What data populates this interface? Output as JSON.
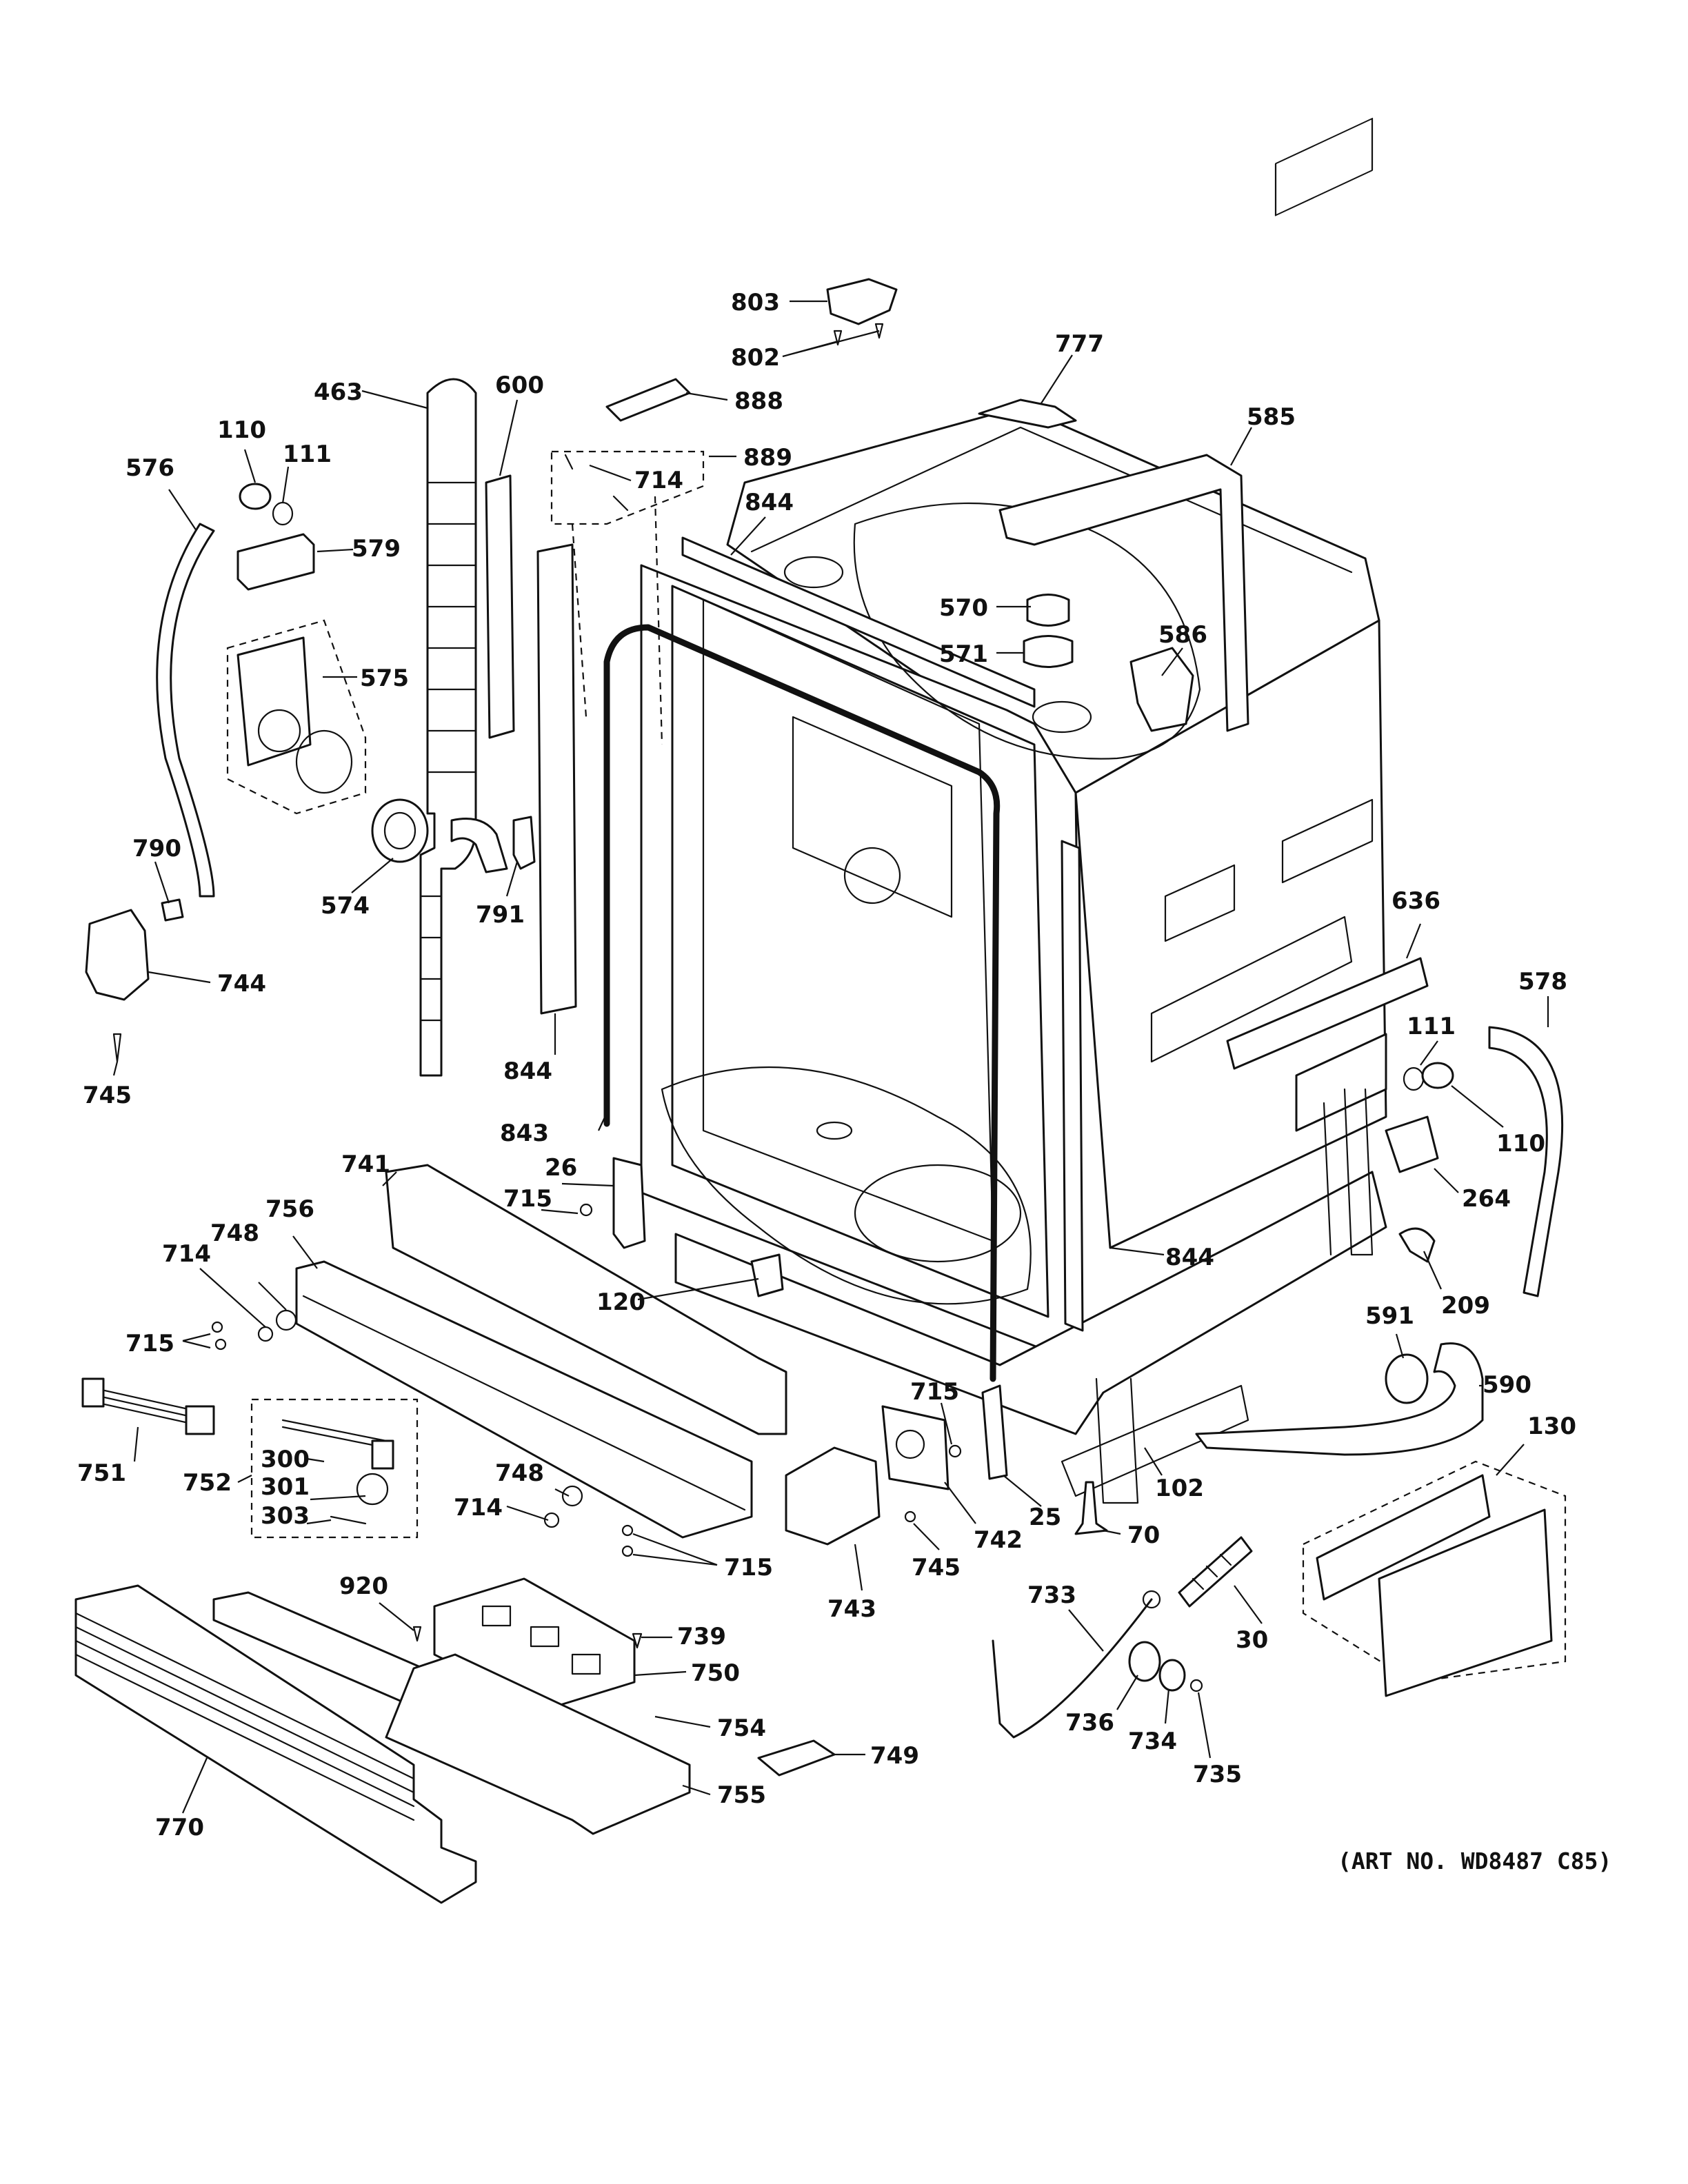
{
  "labels": {
    "l803": "803",
    "l802": "802",
    "l777": "777",
    "l463": "463",
    "l600": "600",
    "l888": "888",
    "l585": "585",
    "l889": "889",
    "l714a": "714",
    "l110a": "110",
    "l111a": "111",
    "l576": "576",
    "l844a": "844",
    "l579": "579",
    "l570": "570",
    "l571": "571",
    "l586": "586",
    "l575": "575",
    "l790": "790",
    "l574": "574",
    "l791": "791",
    "l636": "636",
    "l578": "578",
    "l744": "744",
    "l111b": "111",
    "l745a": "745",
    "l844b": "844",
    "l110b": "110",
    "l843": "843",
    "l741": "741",
    "l26": "26",
    "l264": "264",
    "l715a": "715",
    "l756": "756",
    "l748a": "748",
    "l714b": "714",
    "l844c": "844",
    "l120": "120",
    "l209": "209",
    "l715b": "715",
    "l591": "591",
    "l590": "590",
    "l715c": "715",
    "l130": "130",
    "l751": "751",
    "l752": "752",
    "l300": "300",
    "l301": "301",
    "l303": "303",
    "l748b": "748",
    "l714c": "714",
    "l102": "102",
    "l742": "742",
    "l25": "25",
    "l70": "70",
    "l715d": "715",
    "l745b": "745",
    "l743": "743",
    "l920": "920",
    "l739": "739",
    "l733": "733",
    "l30": "30",
    "l750": "750",
    "l754": "754",
    "l736": "736",
    "l734": "734",
    "l749": "749",
    "l755": "755",
    "l735": "735",
    "l770": "770"
  },
  "art_number": "(ART NO. WD8487 C85)"
}
